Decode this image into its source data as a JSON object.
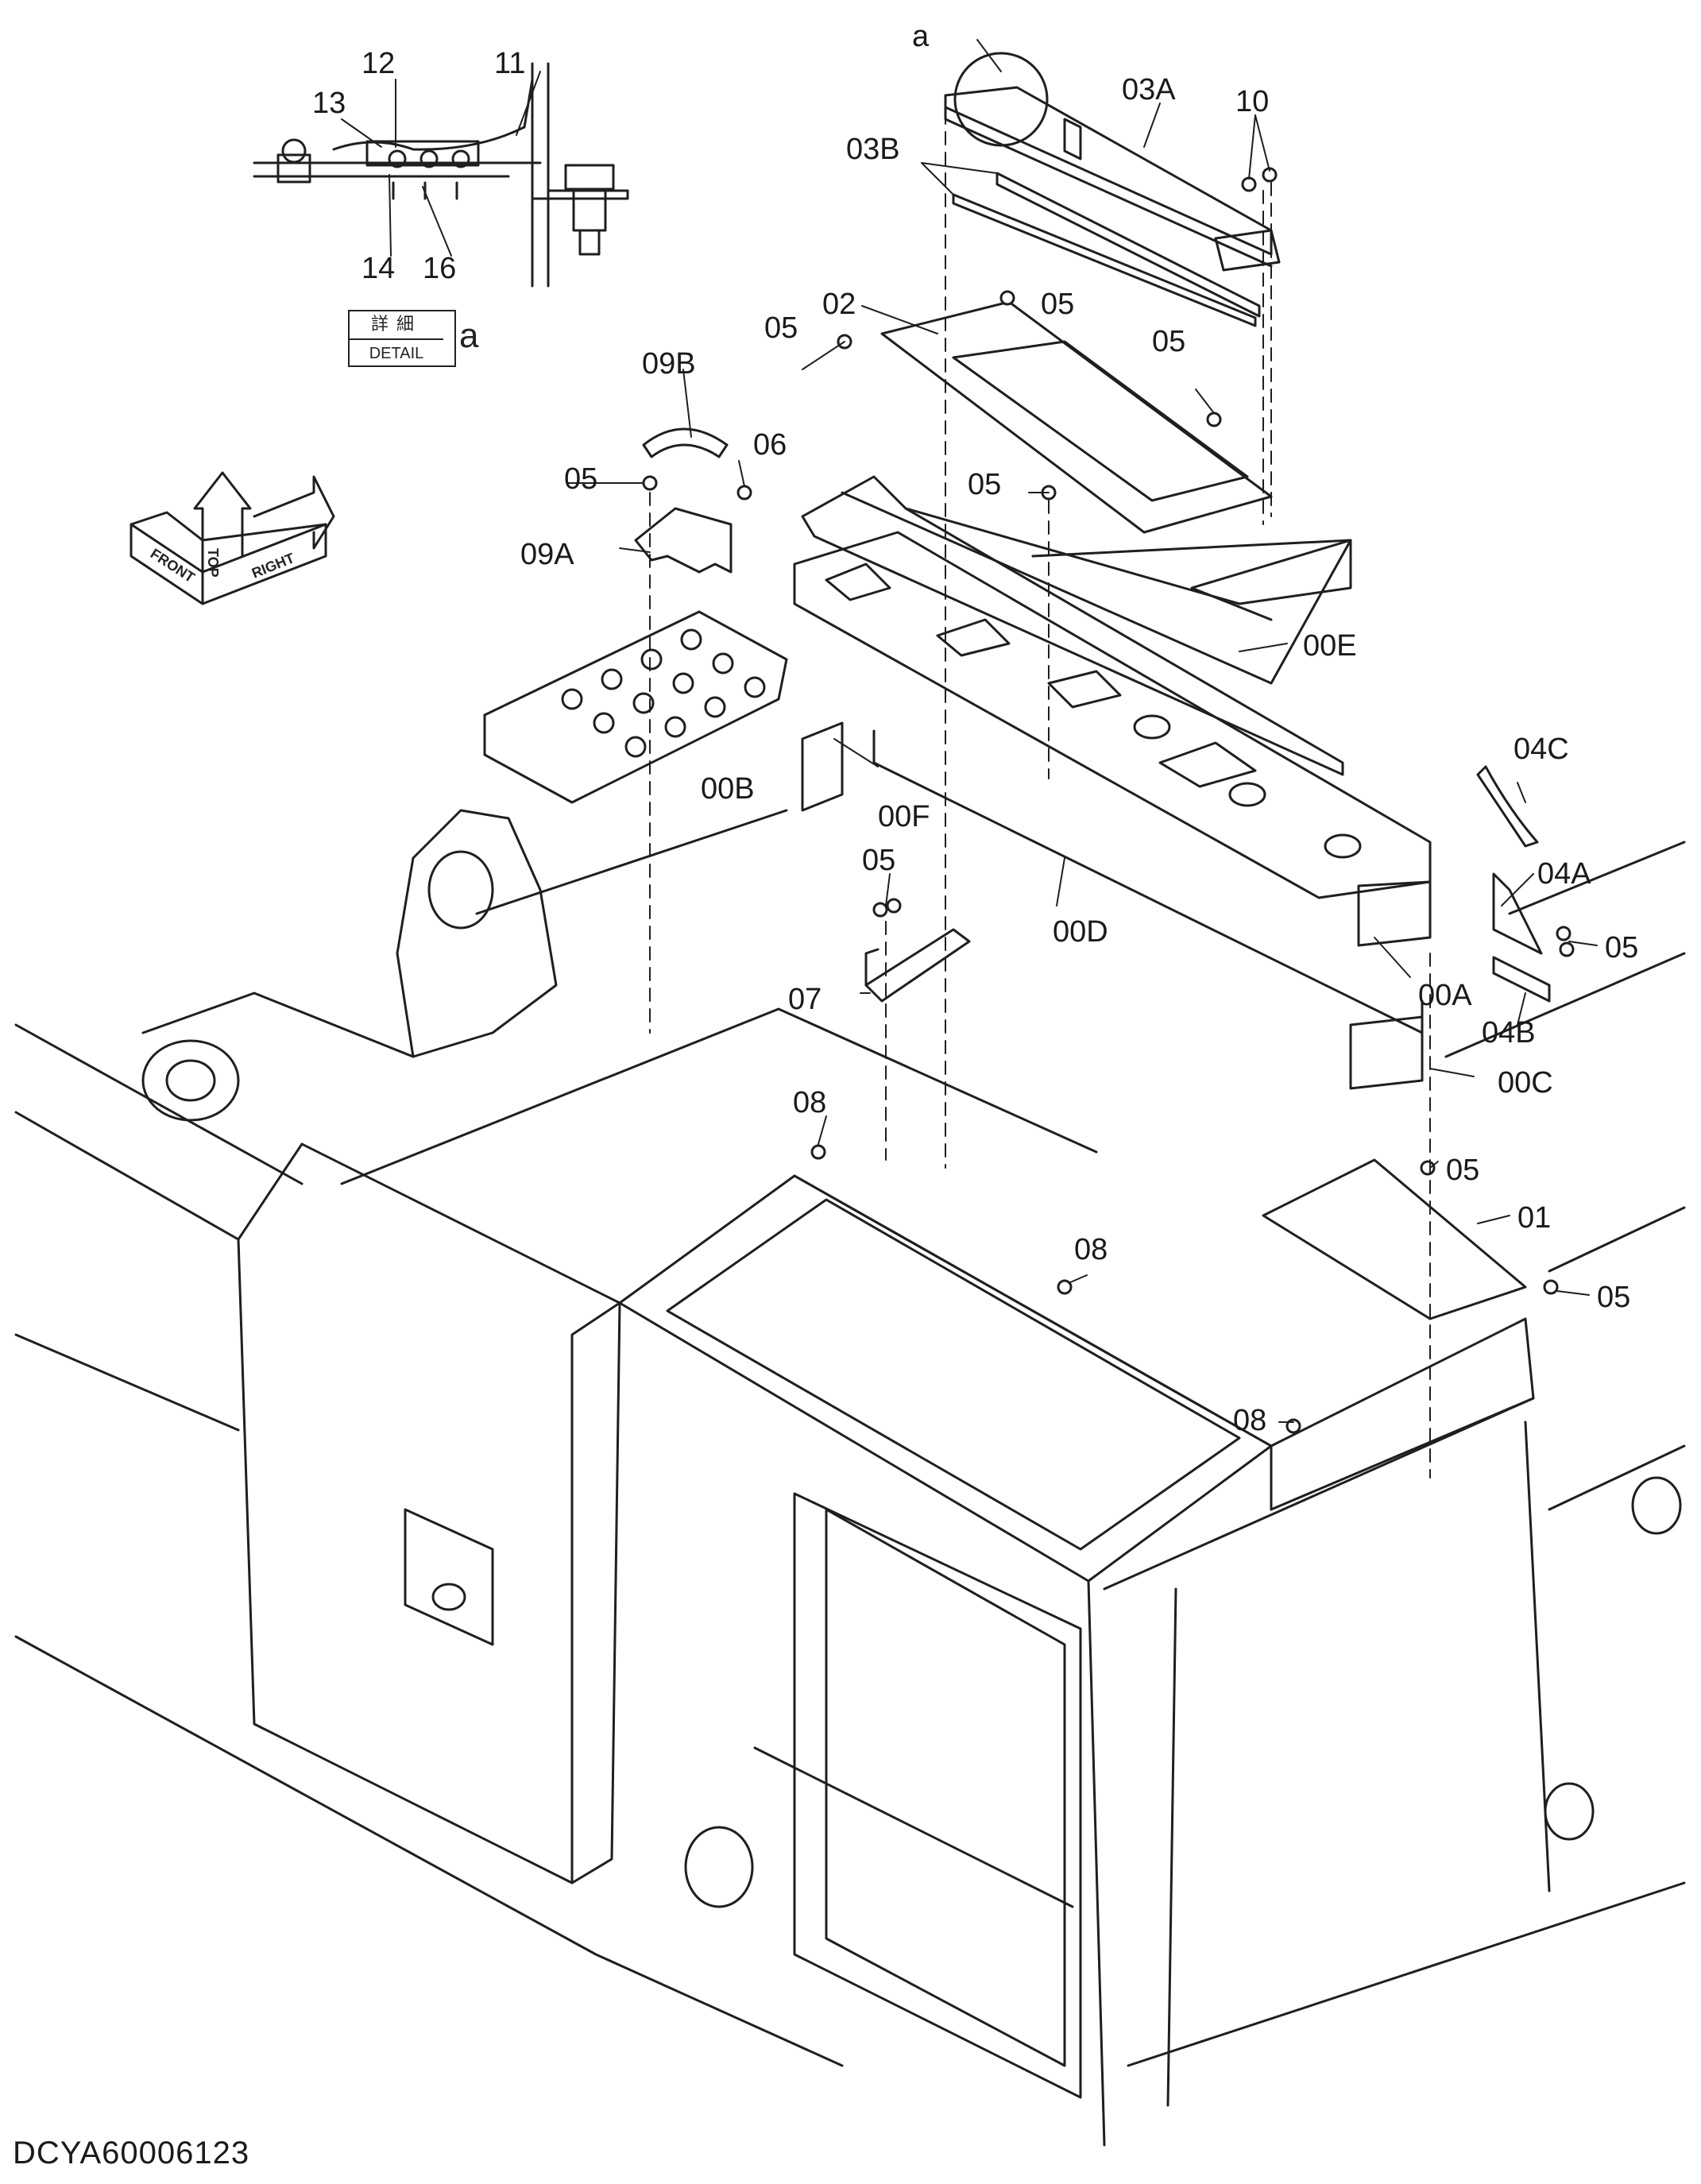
{
  "document_id": "DCYA60006123",
  "detail": {
    "jp": "詳細",
    "en": "DETAIL",
    "letter": "a"
  },
  "directions": {
    "front": "FRONT",
    "top": "TOP",
    "right": "RIGHT"
  },
  "callouts": {
    "c_11": "11",
    "c_12": "12",
    "c_13": "13",
    "c_14": "14",
    "c_16": "16",
    "c_a": "a",
    "c_03A": "03A",
    "c_03B": "03B",
    "c_10": "10",
    "c_02": "02",
    "c_05_a": "05",
    "c_05_b": "05",
    "c_05_c": "05",
    "c_05_d": "05",
    "c_09B": "09B",
    "c_06": "06",
    "c_05_e": "05",
    "c_09A": "09A",
    "c_00E": "00E",
    "c_04C": "04C",
    "c_00B": "00B",
    "c_00F": "00F",
    "c_04A": "04A",
    "c_05_f": "05",
    "c_05_g": "05",
    "c_00D": "00D",
    "c_07": "07",
    "c_00A": "00A",
    "c_04B": "04B",
    "c_00C": "00C",
    "c_08_a": "08",
    "c_05_h": "05",
    "c_01": "01",
    "c_08_b": "08",
    "c_05_i": "05",
    "c_08_c": "08"
  }
}
